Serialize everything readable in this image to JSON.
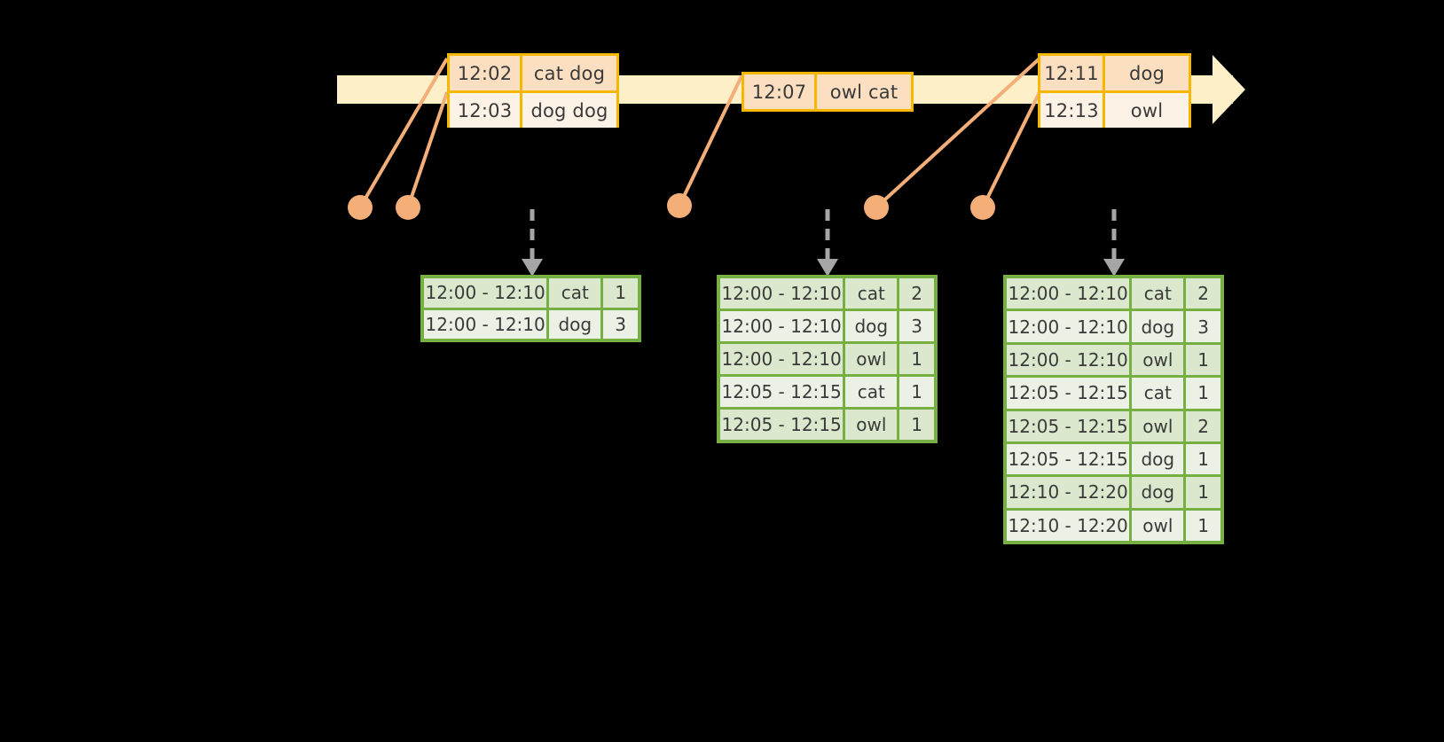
{
  "palette": {
    "background": "#000000",
    "timeline_fill": "#FDEFC8",
    "event_border": "#F5B700",
    "event_fill_top": "#FBDFC0",
    "event_fill_bottom": "#FDF2E6",
    "connector": "#F4AE78",
    "table_border": "#76B043",
    "table_fill_a": "#DCE8CD",
    "table_fill_b": "#ECF1E6",
    "arrow": "#A6A6A6",
    "text": "#3a3a3a"
  },
  "timeline": {
    "name": "event-stream-timeline",
    "events": [
      {
        "id": "event-group-1",
        "rows": [
          {
            "time": "12:02",
            "payload": "cat dog"
          },
          {
            "time": "12:03",
            "payload": "dog dog"
          }
        ]
      },
      {
        "id": "event-group-2",
        "rows": [
          {
            "time": "12:07",
            "payload": "owl cat"
          }
        ]
      },
      {
        "id": "event-group-3",
        "rows": [
          {
            "time": "12:11",
            "payload": "dog"
          },
          {
            "time": "12:13",
            "payload": "owl"
          }
        ]
      }
    ]
  },
  "tables": [
    {
      "id": "result-table-1",
      "rows": [
        {
          "window": "12:00 - 12:10",
          "key": "cat",
          "count": "1"
        },
        {
          "window": "12:00 - 12:10",
          "key": "dog",
          "count": "3"
        }
      ]
    },
    {
      "id": "result-table-2",
      "rows": [
        {
          "window": "12:00 - 12:10",
          "key": "cat",
          "count": "2"
        },
        {
          "window": "12:00 - 12:10",
          "key": "dog",
          "count": "3"
        },
        {
          "window": "12:00 - 12:10",
          "key": "owl",
          "count": "1"
        },
        {
          "window": "12:05 - 12:15",
          "key": "cat",
          "count": "1"
        },
        {
          "window": "12:05 - 12:15",
          "key": "owl",
          "count": "1"
        }
      ]
    },
    {
      "id": "result-table-3",
      "rows": [
        {
          "window": "12:00 - 12:10",
          "key": "cat",
          "count": "2"
        },
        {
          "window": "12:00 - 12:10",
          "key": "dog",
          "count": "3"
        },
        {
          "window": "12:00 - 12:10",
          "key": "owl",
          "count": "1"
        },
        {
          "window": "12:05 - 12:15",
          "key": "cat",
          "count": "1"
        },
        {
          "window": "12:05 - 12:15",
          "key": "owl",
          "count": "2"
        },
        {
          "window": "12:05 - 12:15",
          "key": "dog",
          "count": "1"
        },
        {
          "window": "12:10 - 12:20",
          "key": "dog",
          "count": "1"
        },
        {
          "window": "12:10 - 12:20",
          "key": "owl",
          "count": "1"
        }
      ]
    }
  ]
}
